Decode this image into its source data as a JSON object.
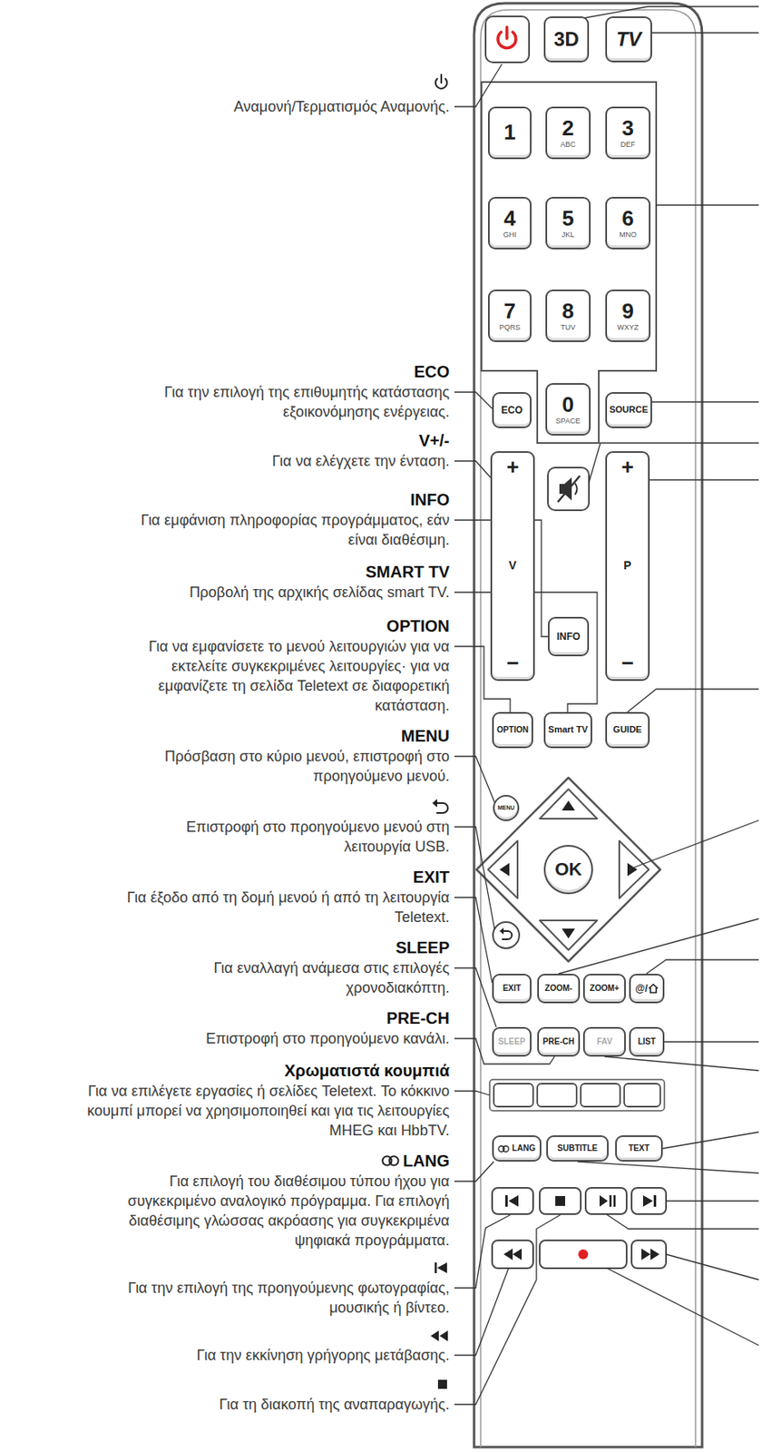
{
  "diagram": {
    "nodes": [
      {
        "text": [
          "3D"
        ]
      },
      {
        "text": [
          "TV"
        ]
      },
      {
        "text": [
          "1"
        ]
      },
      {
        "text": [
          "2",
          "ABC"
        ]
      },
      {
        "text": [
          "3",
          "DEF"
        ]
      },
      {
        "text": [
          "4",
          "GHI"
        ]
      },
      {
        "text": [
          "5",
          "JKL"
        ]
      },
      {
        "text": [
          "6",
          "MNO"
        ]
      },
      {
        "text": [
          "7",
          "PQRS"
        ]
      },
      {
        "text": [
          "8",
          "TUV"
        ]
      },
      {
        "text": [
          "9",
          "WXYZ"
        ]
      },
      {
        "text": [
          "ECO"
        ]
      },
      {
        "text": [
          "0",
          "SPACE"
        ]
      },
      {
        "text": [
          "SOURCE"
        ]
      },
      {
        "text": [
          "+",
          "V",
          "−"
        ]
      },
      {
        "text": [
          "+",
          "P",
          "−"
        ]
      },
      {
        "text": [
          "INFO"
        ]
      },
      {
        "text": [
          "OPTION"
        ]
      },
      {
        "text": [
          "Smart TV"
        ]
      },
      {
        "text": [
          "GUIDE"
        ]
      },
      {
        "text": [
          "MENU"
        ]
      },
      {
        "text": [
          "OK"
        ]
      },
      {
        "text": [
          "EXIT"
        ]
      },
      {
        "text": [
          "ZOOM-"
        ]
      },
      {
        "text": [
          "ZOOM+"
        ]
      },
      {
        "text": [
          "@/"
        ]
      },
      {
        "text": [
          "SLEEP"
        ]
      },
      {
        "text": [
          "PRE-CH"
        ]
      },
      {
        "text": [
          "FAV"
        ]
      },
      {
        "text": [
          "LIST"
        ]
      },
      {
        "text": [
          "LANG"
        ]
      },
      {
        "text": [
          "SUBTITLE"
        ]
      },
      {
        "text": [
          "TEXT"
        ]
      }
    ],
    "labels": [
      "Αναμονή/Τερματισμός Αναμονής.",
      "ECO",
      "Για την επιλογή της επιθυμητής κατάστασης εξοικονόμησης ενέργειας.",
      "V+/-",
      "Για να ελέγχετε την ένταση.",
      "INFO",
      "Για εμφάνιση πληροφορίας προγράμματος, εάν είναι διαθέσιμη.",
      "SMART TV",
      "Προβολή της αρχικής σελίδας smart TV.",
      "OPTION",
      "Για να εμφανίσετε το μενού λειτουργιών για να εκτελείτε συγκεκριμένες λειτουργίες· για να εμφανίζετε τη σελίδα Teletext σε διαφορετική κατάσταση.",
      "MENU",
      "Πρόσβαση στο κύριο μενού, επιστροφή στο προηγούμενο μενού.",
      "Επιστροφή στο προηγούμενο μενού στη λειτουργία USB.",
      "EXIT",
      "Για έξοδο από τη δομή μενού ή από τη λειτουργία Teletext.",
      "SLEEP",
      "Για εναλλαγή ανάμεσα στις επιλογές χρονοδιακόπτη.",
      "PRE-CH",
      "Επιστροφή στο προηγούμενο κανάλι.",
      "Χρωματιστά κουμπιά",
      "Για να επιλέγετε εργασίες ή σελίδες Teletext. Το κόκκινο κουμπί μπορεί να χρησιμοποιηθεί και για τις λειτουργίες MHEG και HbbTV.",
      "LANG",
      "Για επιλογή του διαθέσιμου τύπου ήχου για συγκεκριμένο αναλογικό πρόγραμμα. Για επιλογή διαθέσιμης γλώσσας ακρόασης για συγκεκριμένα ψηφιακά προγράμματα.",
      "Για την επιλογή της προηγούμενης φωτογραφίας, μουσικής ή βίντεο.",
      "Για την εκκίνηση γρήγορης μετάβασης.",
      "Για τη διακοπή της αναπαραγωγής."
    ]
  }
}
